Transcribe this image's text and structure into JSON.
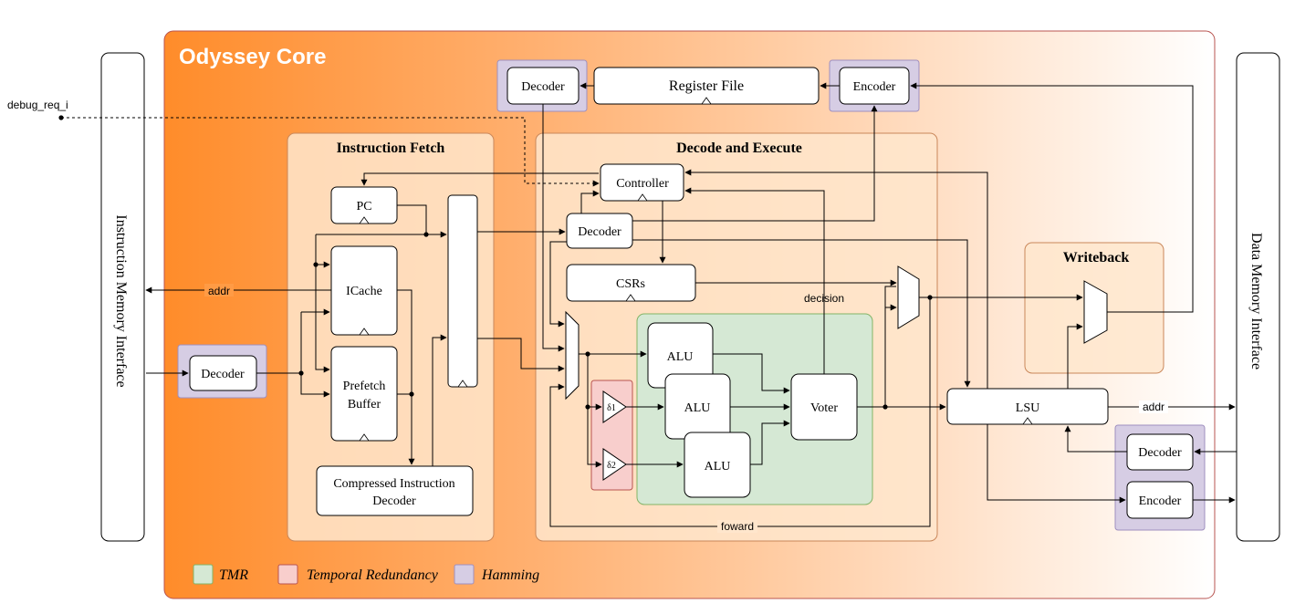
{
  "core_title": "Odyssey Core",
  "debug_signal": "debug_req_i",
  "imem_interface": "Instruction Memory Interface",
  "dmem_interface": "Data Memory Interface",
  "stages": {
    "fetch": "Instruction Fetch",
    "execute": "Decode and Execute",
    "writeback": "Writeback"
  },
  "blocks": {
    "decoder": "Decoder",
    "register_file": "Register File",
    "encoder": "Encoder",
    "pc": "PC",
    "icache": "ICache",
    "prefetch_line1": "Prefetch",
    "prefetch_line2": "Buffer",
    "compressed_line1": "Compressed Instruction",
    "compressed_line2": "Decoder",
    "controller": "Controller",
    "csrs": "CSRs",
    "alu": "ALU",
    "voter": "Voter",
    "lsu": "LSU"
  },
  "delay_labels": [
    "δ1",
    "δ2"
  ],
  "signals": {
    "addr": "addr",
    "decision": "decision",
    "forward": "foward"
  },
  "legend": [
    {
      "label": "TMR",
      "color": "#d5e8d4"
    },
    {
      "label": "Temporal Redundancy",
      "color": "#f8cecc"
    },
    {
      "label": "Hamming",
      "color": "#d6cde4"
    }
  ],
  "colors": {
    "core_gradient_start": "#ff8c2a",
    "core_gradient_end": "#ffffff",
    "core_border": "#b85450",
    "stage_fill": "#ffe6cc",
    "stage_border": "#c9875a",
    "tmr_fill": "#d5e8d4",
    "tmr_border": "#82b366",
    "temporal_fill": "#f8cecc",
    "temporal_border": "#b85450",
    "hamming_fill": "#d6cde4",
    "hamming_border": "#9f8fbf"
  }
}
